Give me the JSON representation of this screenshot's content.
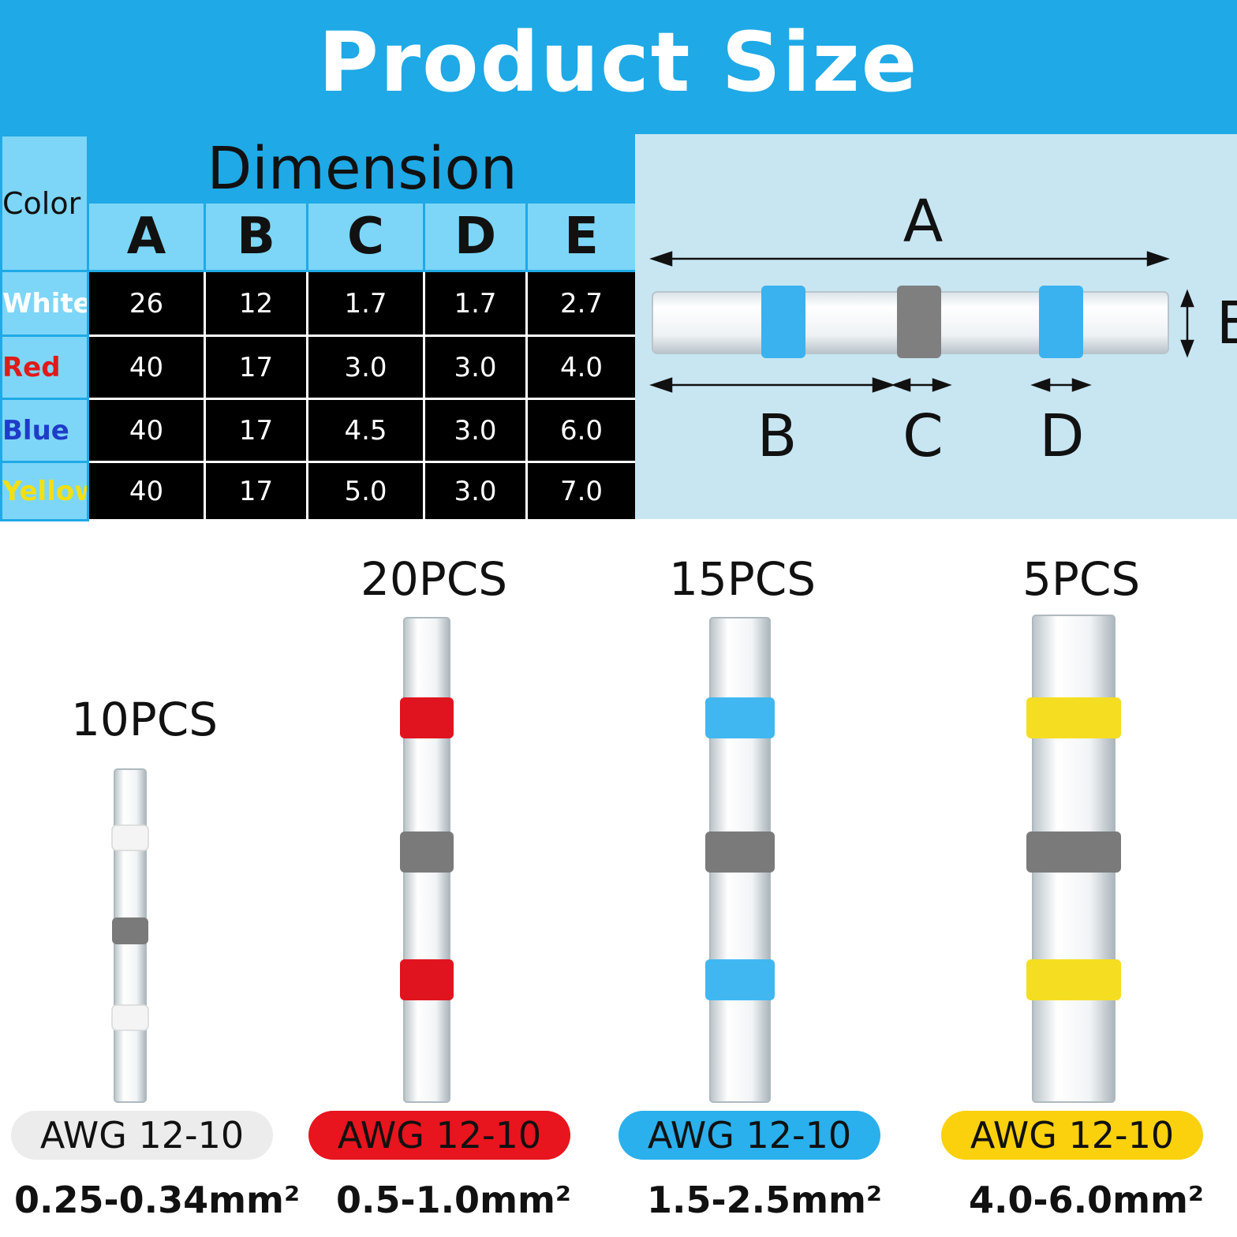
{
  "header": {
    "title": "Product Size"
  },
  "table": {
    "title": "Dimension",
    "color_header": "Color",
    "columns": [
      "A",
      "B",
      "C",
      "D",
      "E"
    ],
    "rows": [
      {
        "label": "White",
        "label_color": "#ffffff",
        "values": [
          "26",
          "12",
          "1.7",
          "1.7",
          "2.7"
        ]
      },
      {
        "label": "Red",
        "label_color": "#e01a1a",
        "values": [
          "40",
          "17",
          "3.0",
          "3.0",
          "4.0"
        ]
      },
      {
        "label": "Blue",
        "label_color": "#1f3cc9",
        "values": [
          "40",
          "17",
          "4.5",
          "3.0",
          "6.0"
        ]
      },
      {
        "label": "Yellow",
        "label_color": "#f3e011",
        "values": [
          "40",
          "17",
          "5.0",
          "3.0",
          "7.0"
        ]
      }
    ]
  },
  "diagram": {
    "label_a": "A",
    "label_b": "B",
    "label_c": "C",
    "label_d": "D",
    "label_e": "E",
    "band_color": "#3ab2f0",
    "center_color": "#7f7f7f"
  },
  "products": [
    {
      "pcs": "10PCS",
      "awg": "AWG 12-10",
      "size": "0.25-0.34mm²",
      "band_color": "#f4f4f4",
      "pill_color": "#ececec"
    },
    {
      "pcs": "20PCS",
      "awg": "AWG 12-10",
      "size": "0.5-1.0mm²",
      "band_color": "#e0141e",
      "pill_color": "#e8141e"
    },
    {
      "pcs": "15PCS",
      "awg": "AWG 12-10",
      "size": "1.5-2.5mm²",
      "band_color": "#41b7f2",
      "pill_color": "#2ab0ec"
    },
    {
      "pcs": "5PCS",
      "awg": "AWG 12-10",
      "size": "4.0-6.0mm²",
      "band_color": "#f5de22",
      "pill_color": "#fad10c"
    }
  ]
}
